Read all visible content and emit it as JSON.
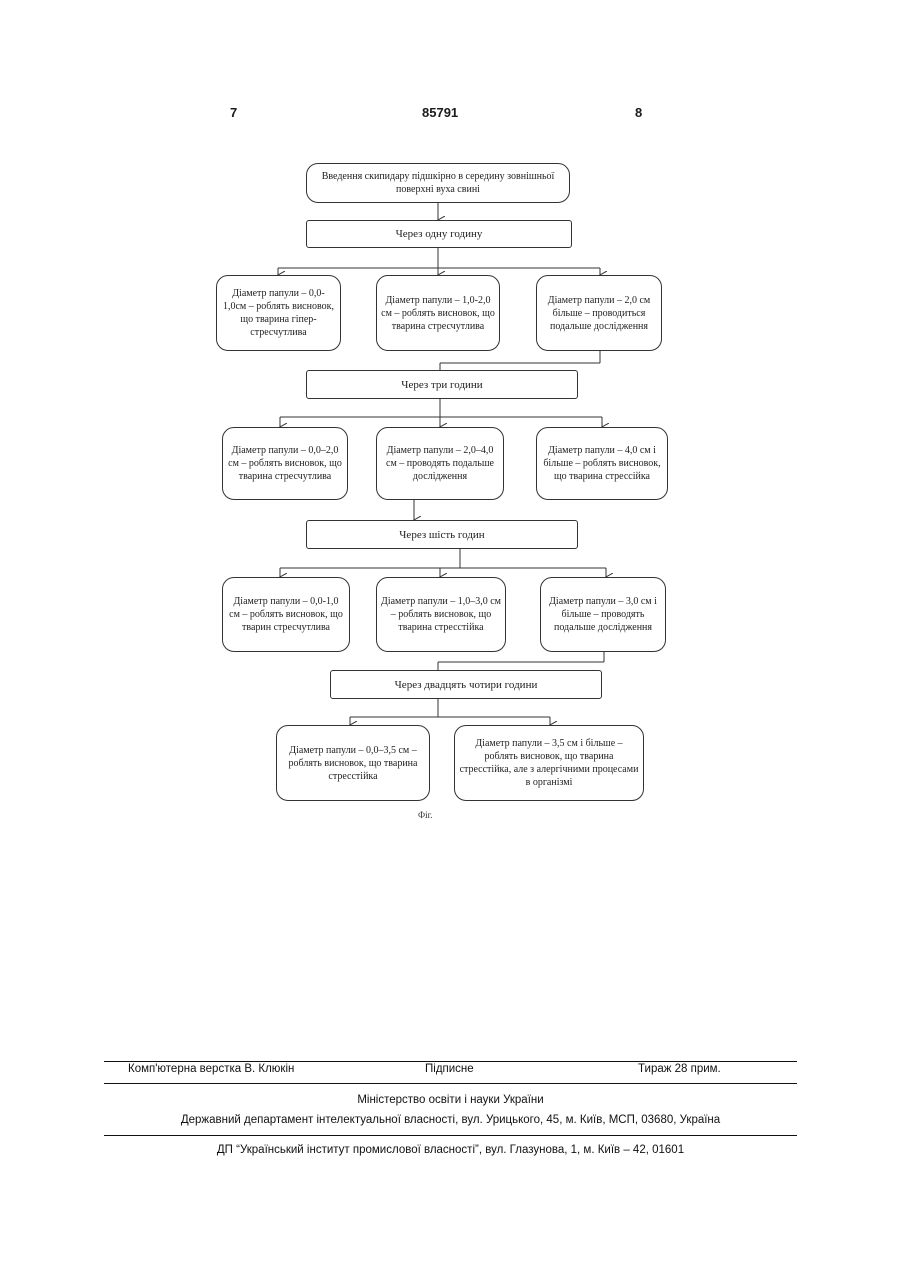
{
  "header": {
    "page_left": "7",
    "doc_number": "85791",
    "page_right": "8"
  },
  "flow": {
    "start": "Введення скипидару підшкірно в середину зовнішньої поверхні вуха свині",
    "step1": {
      "label": "Через одну годину",
      "results": [
        "Діаметр папули – 0,0-1,0см – роблять висновок, що тварина гіпер-стресчутлива",
        "Діаметр папули – 1,0-2,0 см – роблять висновок, що тварина стресчутлива",
        "Діаметр папули – 2,0 см більше – проводиться подальше дослідження"
      ]
    },
    "step2": {
      "label": "Через три години",
      "results": [
        "Діаметр папули – 0,0–2,0 см – роблять висновок, що тварина стресчутлива",
        "Діаметр папули – 2,0–4,0 см – проводять подальше дослідження",
        "Діаметр папули – 4,0 см і більше – роблять висновок, що тварина стрессійка"
      ]
    },
    "step3": {
      "label": "Через шість годин",
      "results": [
        "Діаметр папули – 0,0-1,0 см – роблять висновок, що тварин стресчутлива",
        "Діаметр папули – 1,0–3,0 см – роблять висновок, що тварина стресстійка",
        "Діаметр папули – 3,0 см і більше – проводять подальше дослідження"
      ]
    },
    "step4": {
      "label": "Через двадцять чотири години",
      "results": [
        "Діаметр папули – 0,0–3,5 см – роблять висновок, що тварина стресстійка",
        "Діаметр папули – 3,5 см і більше – роблять висновок, що тварина стресстійка, але з алергічними процесами в організмі"
      ]
    },
    "caption": "Фіг."
  },
  "footer": {
    "layout": "Комп'ютерна верстка В. Клюкін",
    "signed": "Підписне",
    "circulation": "Тираж 28 прим.",
    "ministry": "Міністерство освіти і науки України",
    "department": "Державний департамент інтелектуальної власності, вул. Урицького, 45, м. Київ, МСП, 03680, Україна",
    "institute": "ДП “Український інститут промислової власності”, вул. Глазунова, 1, м. Київ – 42, 01601"
  }
}
